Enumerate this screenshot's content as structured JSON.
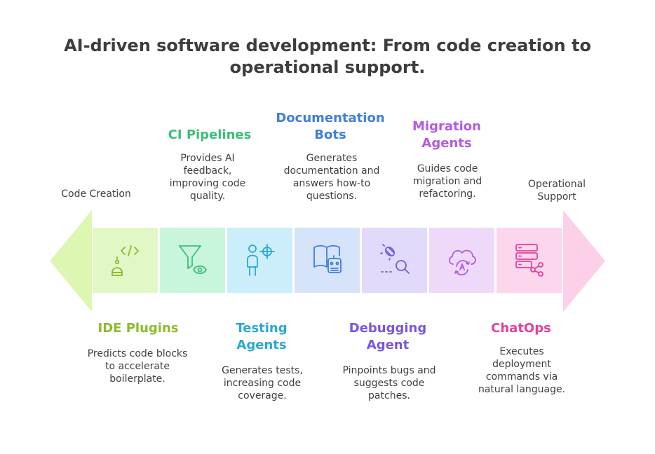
{
  "title": "AI-driven software development: From code creation to operational support.",
  "start_label": "Code Creation",
  "end_label": "Operational Support",
  "stages": [
    {
      "name": "IDE Plugins",
      "description": "Predicts code blocks to accelerate boilerplate.",
      "icon": "code-robot-icon",
      "color": "#8cbb2c",
      "fill": "#e2f7c6",
      "position": "bottom"
    },
    {
      "name": "CI Pipelines",
      "description": "Provides AI feedback, improving code quality.",
      "icon": "funnel-eye-icon",
      "color": "#3bbf7a",
      "fill": "#c9f5dd",
      "position": "top"
    },
    {
      "name": "Testing Agents",
      "description": "Generates tests, increasing code coverage.",
      "icon": "tester-target-icon",
      "color": "#2aa8d1",
      "fill": "#cbeefa",
      "position": "bottom"
    },
    {
      "name": "Documentation Bots",
      "description": "Generates documentation and answers how-to questions.",
      "icon": "book-robot-icon",
      "color": "#3f7fd9",
      "fill": "#d5e4fb",
      "position": "top"
    },
    {
      "name": "Debugging Agent",
      "description": "Pinpoints bugs and suggests code patches.",
      "icon": "bug-magnifier-icon",
      "color": "#7857e0",
      "fill": "#e1dafb",
      "position": "bottom"
    },
    {
      "name": "Migration Agents",
      "description": "Guides code migration and refactoring.",
      "icon": "cloud-refresh-icon",
      "color": "#b25be0",
      "fill": "#efd9fa",
      "position": "top"
    },
    {
      "name": "ChatOps",
      "description": "Executes deployment commands via natural language.",
      "icon": "server-share-icon",
      "color": "#e0419c",
      "fill": "#fcd6ec",
      "position": "bottom"
    }
  ],
  "colors": {
    "left_arrow": "#ddf7b3",
    "right_arrow": "#fcd0e8",
    "title": "#3d3d3d"
  }
}
